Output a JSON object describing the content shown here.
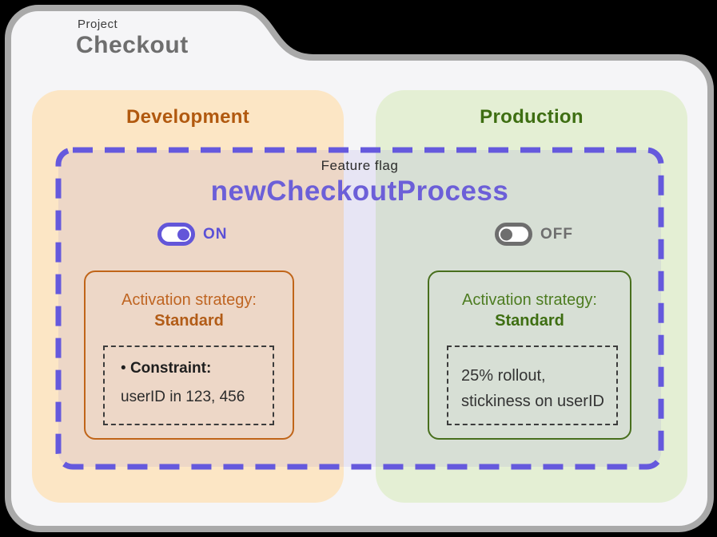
{
  "header": {
    "kicker": "Project",
    "title": "Checkout"
  },
  "feature_flag": {
    "kicker": "Feature flag",
    "name": "newCheckoutProcess"
  },
  "environments": [
    {
      "name": "Development",
      "toggle_state": "ON",
      "strategy": {
        "heading": "Activation strategy:",
        "name": "Standard",
        "bullet": "•",
        "constraint_label": "Constraint:",
        "constraint_value": "userID in 123, 456"
      }
    },
    {
      "name": "Production",
      "toggle_state": "OFF",
      "strategy": {
        "heading": "Activation strategy:",
        "name": "Standard",
        "detail_line1": "25% rollout,",
        "detail_line2": "stickiness on userID"
      }
    }
  ],
  "colors": {
    "folder_border": "#a9a9a9",
    "folder_fill": "#f5f5f7",
    "dev_panel_bg": "#fce6c5",
    "dev_text": "#b1590f",
    "prod_panel_bg": "#e4efd4",
    "prod_text": "#3e6e12",
    "flag_purple": "#6c5fd8",
    "toggle_off_gray": "#6e6e6e"
  }
}
